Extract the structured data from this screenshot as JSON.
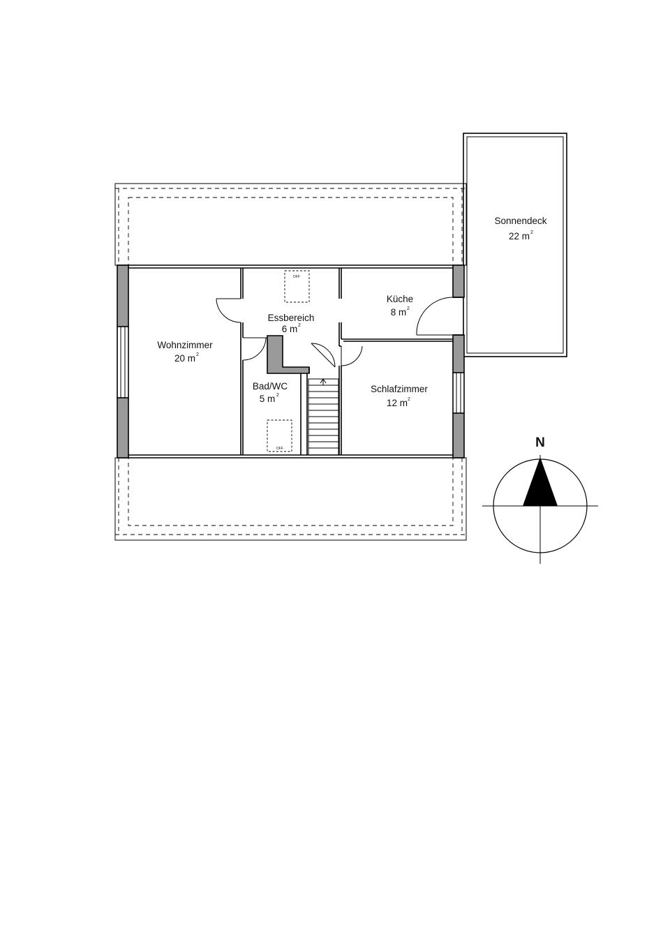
{
  "rooms": [
    {
      "name": "Sonnendeck",
      "area": "22 m",
      "unit_sup": "2"
    },
    {
      "name": "Küche",
      "area": "8 m",
      "unit_sup": "2"
    },
    {
      "name": "Essbereich",
      "area": "6 m",
      "unit_sup": "2"
    },
    {
      "name": "Wohnzimmer",
      "area": "20 m",
      "unit_sup": "2"
    },
    {
      "name": "Bad/WC",
      "area": "5 m",
      "unit_sup": "2"
    },
    {
      "name": "Schlafzimmer",
      "area": "12 m",
      "unit_sup": "2"
    }
  ],
  "skylights": [
    "DFF",
    "DFF"
  ],
  "compass": {
    "label": "N"
  }
}
